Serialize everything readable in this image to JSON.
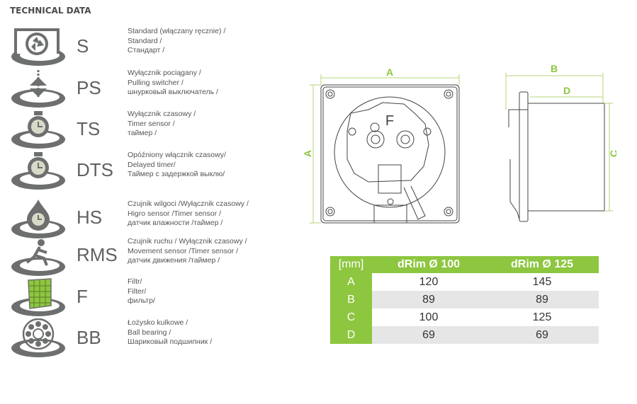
{
  "title": "TECHNICAL DATA",
  "features": [
    {
      "code": "S",
      "icon": "standard-fan-icon",
      "lines": [
        "Standard (włączany ręcznie) /",
        "Standard /",
        "Стандарт /"
      ]
    },
    {
      "code": "PS",
      "icon": "pull-switch-icon",
      "lines": [
        "Wyłącznik pociągany /",
        "Pulling switcher /",
        "шнурковый выключатель /"
      ]
    },
    {
      "code": "TS",
      "icon": "timer-icon",
      "lines": [
        "Wyłącznik czasowy /",
        "Timer sensor /",
        "таймер /"
      ]
    },
    {
      "code": "DTS",
      "icon": "delayed-timer-icon",
      "lines": [
        "Opóźniony włącznik czasowy/",
        "Delayed timer/",
        "Таймер с задержкой выклю/"
      ]
    },
    {
      "code": "HS",
      "icon": "humidity-sensor-icon",
      "lines": [
        "Czujnik wilgoci /Wyłącznik czasowy /",
        "Higro sensor /Timer sensor /",
        "датчик влажности /таймер /"
      ]
    },
    {
      "code": "RMS",
      "icon": "movement-sensor-icon",
      "lines": [
        "Czujnik ruchu / Wyłącznik czasowy /",
        "Movement sensor /Timer sensor /",
        "датчик движения /таймер /"
      ]
    },
    {
      "code": "F",
      "icon": "filter-icon",
      "lines": [
        "Filtr/",
        "Filter/",
        "фильтр/"
      ]
    },
    {
      "code": "BB",
      "icon": "ball-bearing-icon",
      "lines": [
        "Łożysko kulkowe /",
        "Ball bearing /",
        "Шариковый подшипник /"
      ]
    }
  ],
  "drawing": {
    "labels": {
      "a": "A",
      "b": "B",
      "c": "C",
      "d": "D",
      "f": "F"
    }
  },
  "table": {
    "headers": [
      "[mm]",
      "dRim Ø 100",
      "dRim Ø 125"
    ],
    "rows": [
      [
        "A",
        "120",
        "145"
      ],
      [
        "B",
        "89",
        "89"
      ],
      [
        "C",
        "100",
        "125"
      ],
      [
        "D",
        "69",
        "69"
      ]
    ]
  },
  "colors": {
    "accent": "#8dc63f",
    "icon": "#6d6f6f"
  }
}
